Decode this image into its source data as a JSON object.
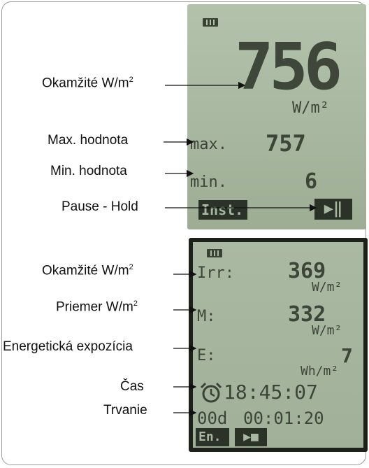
{
  "labels": {
    "okamzite_1": "Okamžité W/m",
    "max": "Max. hodnota",
    "min": "Min. hodnota",
    "pause": "Pause - Hold",
    "okamzite_2": "Okamžité W/m",
    "priemer": "Priemer W/m",
    "expozicia": "Energetická expozícia",
    "cas": "Čas",
    "trvanie": "Trvanie",
    "squared": "2"
  },
  "display1": {
    "value": "756",
    "unit": "W/m²",
    "max_label": "max.",
    "max_value": "757",
    "min_label": "min.",
    "min_value": "6",
    "mode_button": "Inst.",
    "play_button": "▶‖"
  },
  "display2": {
    "irr_label": "Irr:",
    "irr_value": "369",
    "irr_unit": "W/m²",
    "mean_label": "M:",
    "mean_value": "332",
    "mean_unit": "W/m²",
    "energy_label": "E:",
    "energy_value": "7",
    "energy_unit": "Wh/m²",
    "time": "18:45:07",
    "duration_prefix": "00d",
    "duration": "00:01:20",
    "mode_button": "En.",
    "play_button": "▶■"
  }
}
